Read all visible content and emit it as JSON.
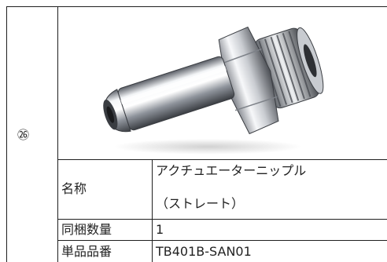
{
  "item_number": "㉖",
  "photo": {
    "icon": "hose-nipple-fitting-icon"
  },
  "rows": [
    {
      "label": "名称",
      "value_line1": "アクチュエーターニップル",
      "value_line2": "（ストレート）"
    },
    {
      "label": "同梱数量",
      "value_line1": "1"
    },
    {
      "label": "単品品番",
      "value_line1": "TB401B-SAN01"
    }
  ]
}
